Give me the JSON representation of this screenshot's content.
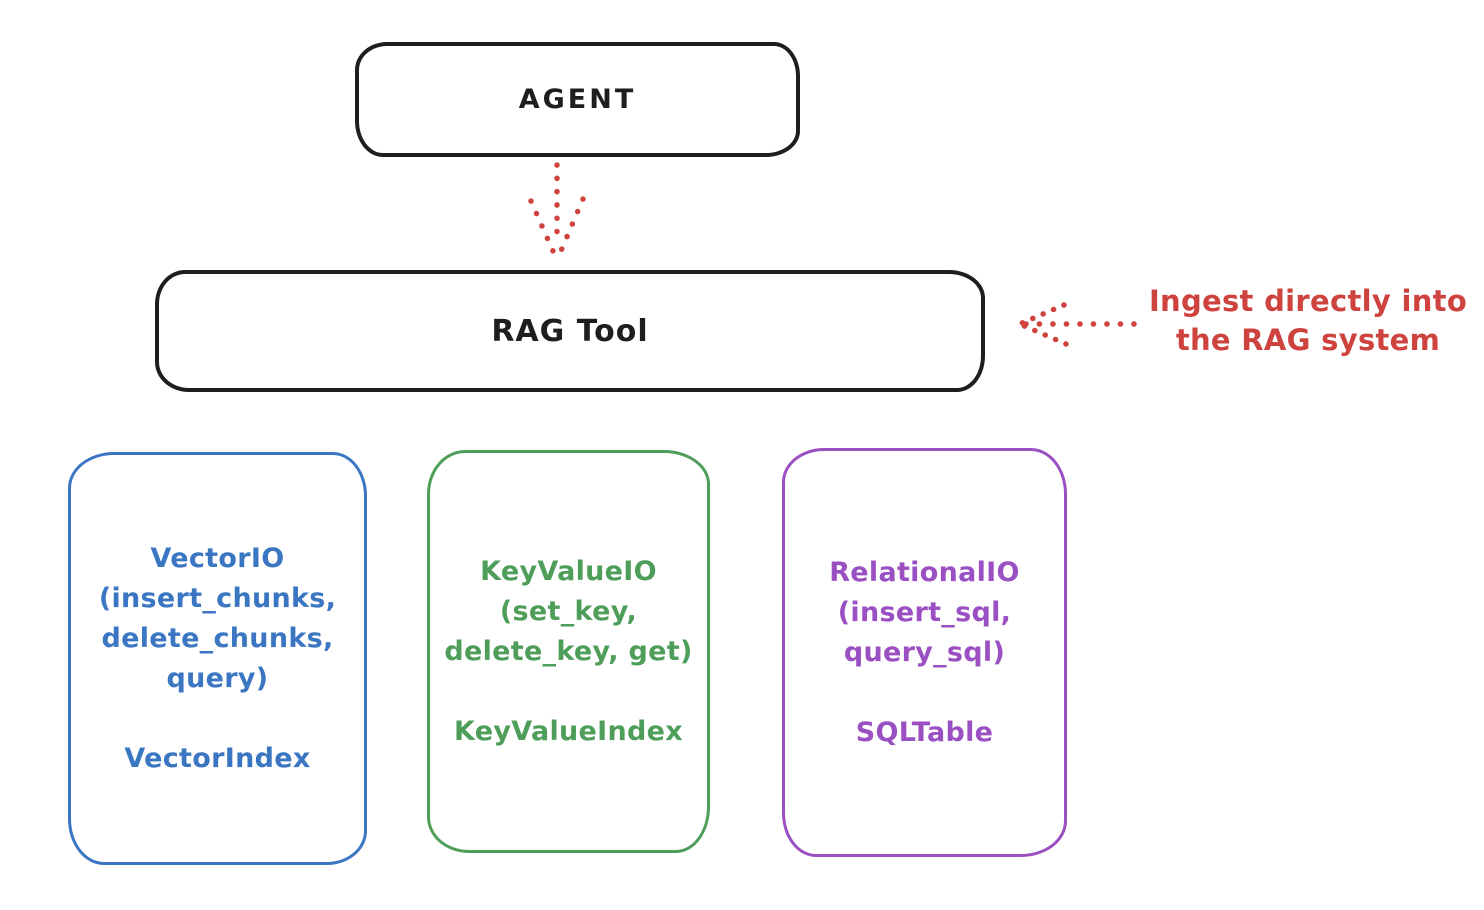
{
  "diagram": {
    "agent": {
      "label": "AGENT"
    },
    "rag_tool": {
      "label": "RAG Tool"
    },
    "annotation": {
      "line1": "Ingest directly into",
      "line2": "the RAG system"
    },
    "arrows": [
      {
        "id": "agent-to-rag-tool",
        "style": "dotted",
        "direction": "down",
        "color": "#cf433f"
      },
      {
        "id": "annotation-to-rag-tool",
        "style": "dotted",
        "direction": "left",
        "color": "#cf433f"
      }
    ],
    "io_boxes": [
      {
        "id": "vector-io",
        "lines": [
          "VectorIO",
          "(insert_chunks,",
          "delete_chunks,",
          "query)"
        ],
        "footer": "VectorIndex",
        "color": "#3b76c2"
      },
      {
        "id": "keyvalue-io",
        "lines": [
          "KeyValueIO",
          "(set_key,",
          "delete_key, get)"
        ],
        "footer": "KeyValueIndex",
        "color": "#4e9e5a"
      },
      {
        "id": "relational-io",
        "lines": [
          "RelationalIO",
          "(insert_sql,",
          "query_sql)"
        ],
        "footer": "SQLTable",
        "color": "#9a4fc2"
      }
    ],
    "colors": {
      "stroke_black": "#1e1e1e",
      "accent_red": "#cf433f",
      "accent_blue": "#3b76c2",
      "accent_green": "#4e9e5a",
      "accent_purple": "#9a4fc2",
      "background": "#ffffff"
    }
  }
}
